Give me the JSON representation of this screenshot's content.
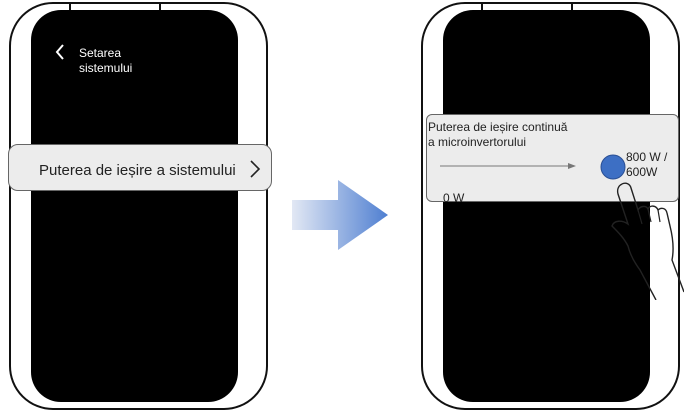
{
  "left_screen": {
    "header_title": "Setarea sistemului",
    "menu_item_label": "Puterea de ieșire a sistemului"
  },
  "right_screen": {
    "setting_title": "Puterea de ieșire continuă a microinvertorului",
    "slider_min_label": "0 W",
    "slider_max_label": "800 W / 600W",
    "slider_value_fraction": 1.0
  },
  "colors": {
    "screen_background": "#000000",
    "card_background": "#ececec",
    "slider_knob": "#3d6fc4",
    "arrow_gradient_start": "#e2e8f4",
    "arrow_gradient_end": "#4f7fd1"
  },
  "icons": [
    "back-chevron-icon",
    "forward-chevron-icon",
    "flow-arrow-icon",
    "tapping-hand-icon"
  ]
}
